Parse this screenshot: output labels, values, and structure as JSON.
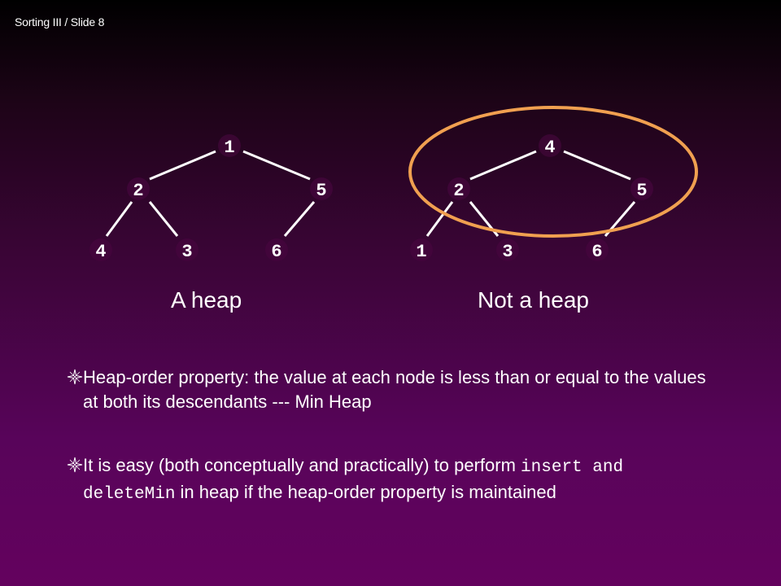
{
  "slide_label": "Sorting III / Slide 8",
  "trees": {
    "left": {
      "caption": "A heap",
      "nodes": [
        "1",
        "2",
        "5",
        "4",
        "3",
        "6"
      ]
    },
    "right": {
      "caption": "Not a heap",
      "nodes": [
        "4",
        "2",
        "5",
        "1",
        "3",
        "6"
      ],
      "highlight_color": "#f0a050"
    }
  },
  "bullets": [
    {
      "text": "Heap-order property: the value at each node is less than or equal to the values at  both its descendants --- Min Heap"
    },
    {
      "pre": "It is easy (both conceptually and practically) to perform ",
      "code": "insert and deleteMin",
      "post": " in heap if the heap-order property is maintained"
    }
  ]
}
